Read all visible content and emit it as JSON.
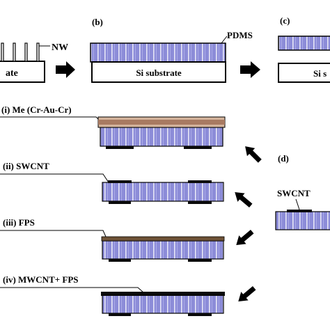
{
  "labels": {
    "nw": "NW",
    "panel_a_substrate": "ate",
    "panel_b": "(b)",
    "pdms": "PDMS",
    "panel_b_substrate": "Si substrate",
    "panel_c": "(c)",
    "panel_c_substrate": "Si s",
    "panel_d": "(d)",
    "d_swcnt": "SWCNT",
    "step_i": "(i) Me (Cr-Au-Cr)",
    "step_ii": "(ii) SWCNT",
    "step_iii": "(iii) FPS",
    "step_iv": "(iv) MWCNT+ FPS"
  },
  "colors": {
    "pdms_fill": "#8c8cd8",
    "nw_line": "#e6e6f6",
    "metal_copper": "#a87a62",
    "metal_light": "#d4b49c",
    "fps_brown": "#6e5236",
    "electrode_black": "#0a0a0a",
    "arrow": "#000000"
  }
}
